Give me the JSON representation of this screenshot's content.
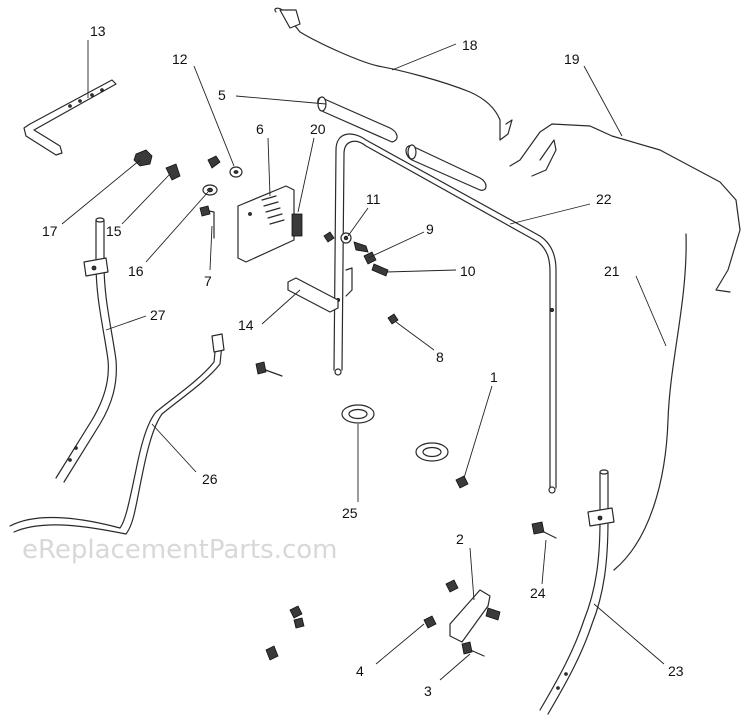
{
  "watermark": "eReplacementParts.com",
  "callouts": [
    {
      "id": "13",
      "text": "13"
    },
    {
      "id": "12",
      "text": "12"
    },
    {
      "id": "18",
      "text": "18"
    },
    {
      "id": "19",
      "text": "19"
    },
    {
      "id": "5",
      "text": "5"
    },
    {
      "id": "6",
      "text": "6"
    },
    {
      "id": "20",
      "text": "20"
    },
    {
      "id": "17",
      "text": "17"
    },
    {
      "id": "15",
      "text": "15"
    },
    {
      "id": "16",
      "text": "16"
    },
    {
      "id": "7",
      "text": "7"
    },
    {
      "id": "11",
      "text": "11"
    },
    {
      "id": "9",
      "text": "9"
    },
    {
      "id": "10",
      "text": "10"
    },
    {
      "id": "22",
      "text": "22"
    },
    {
      "id": "21",
      "text": "21"
    },
    {
      "id": "27",
      "text": "27"
    },
    {
      "id": "14",
      "text": "14"
    },
    {
      "id": "8",
      "text": "8"
    },
    {
      "id": "1",
      "text": "1"
    },
    {
      "id": "26",
      "text": "26"
    },
    {
      "id": "25",
      "text": "25"
    },
    {
      "id": "2",
      "text": "2"
    },
    {
      "id": "24",
      "text": "24"
    },
    {
      "id": "4",
      "text": "4"
    },
    {
      "id": "3",
      "text": "3"
    },
    {
      "id": "23",
      "text": "23"
    }
  ]
}
